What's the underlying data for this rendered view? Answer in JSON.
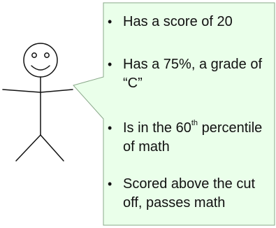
{
  "colors": {
    "bubble_fill": "#eaffea",
    "bubble_stroke": "#8aa88a",
    "figure_stroke": "#111111",
    "text": "#111111"
  },
  "figure": {
    "icon": "stick-figure-icon"
  },
  "bubble": {
    "items": [
      {
        "text": "Has a score of 20"
      },
      {
        "text": "Has a 75%, a grade of “C”"
      },
      {
        "text_before": "Is in the 60",
        "sup": "th",
        "text_after": " percentile of math"
      },
      {
        "text": "Scored above the cut off, passes math"
      }
    ]
  }
}
